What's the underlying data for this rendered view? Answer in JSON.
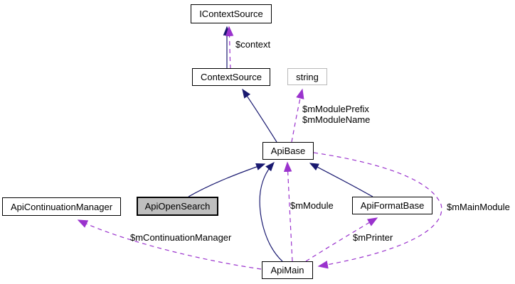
{
  "diagram": {
    "kind": "class-collaboration-graph",
    "nodes": {
      "icontextsource": {
        "label": "IContextSource"
      },
      "contextsource": {
        "label": "ContextSource"
      },
      "string": {
        "label": "string"
      },
      "apibase": {
        "label": "ApiBase"
      },
      "apicontinuationmanager": {
        "label": "ApiContinuationManager"
      },
      "apiopensearch": {
        "label": "ApiOpenSearch",
        "highlighted": true
      },
      "apiformatbase": {
        "label": "ApiFormatBase"
      },
      "apimain": {
        "label": "ApiMain"
      }
    },
    "edges": [
      {
        "from": "ContextSource",
        "to": "IContextSource",
        "type": "inheritance"
      },
      {
        "from": "ContextSource",
        "to": "IContextSource",
        "type": "usage",
        "label": "$context"
      },
      {
        "from": "ApiBase",
        "to": "ContextSource",
        "type": "inheritance"
      },
      {
        "from": "ApiBase",
        "to": "string",
        "type": "usage",
        "label_lines": [
          "$mModulePrefix",
          "$mModuleName"
        ]
      },
      {
        "from": "ApiOpenSearch",
        "to": "ApiBase",
        "type": "inheritance"
      },
      {
        "from": "ApiMain",
        "to": "ApiBase",
        "type": "inheritance"
      },
      {
        "from": "ApiMain",
        "to": "ApiBase",
        "type": "usage",
        "label": "$mModule"
      },
      {
        "from": "ApiFormatBase",
        "to": "ApiBase",
        "type": "inheritance"
      },
      {
        "from": "ApiBase",
        "to": "ApiMain",
        "type": "usage",
        "label": "$mMainModule"
      },
      {
        "from": "ApiMain",
        "to": "ApiFormatBase",
        "type": "usage",
        "label": "$mPrinter"
      },
      {
        "from": "ApiMain",
        "to": "ApiContinuationManager",
        "type": "usage",
        "label": "$mContinuationManager"
      }
    ],
    "colors": {
      "inheritance_edge": "#191970",
      "usage_edge": "#9a32cd",
      "node_border": "#000000",
      "node_fill": "#ffffff",
      "highlight_fill": "#bfbfbf",
      "external_node_border": "#b9b9b9",
      "text": "#000000",
      "background": "#ffffff"
    }
  }
}
